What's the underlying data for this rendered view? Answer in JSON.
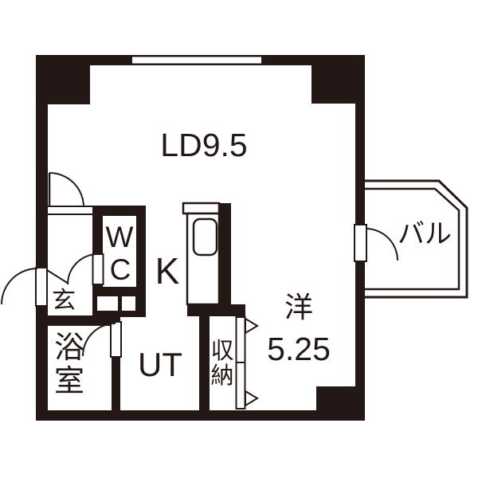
{
  "plan": {
    "colors": {
      "wall": "#231815",
      "background": "#ffffff"
    },
    "rooms": {
      "living_dining": {
        "label": "LD9.5"
      },
      "kitchen": {
        "label": "K"
      },
      "toilet": {
        "chars": [
          "W",
          "C"
        ]
      },
      "entrance": {
        "label": "玄"
      },
      "bathroom": {
        "chars": [
          "浴",
          "室"
        ]
      },
      "utility": {
        "label": "UT"
      },
      "storage": {
        "chars": [
          "収",
          "納"
        ]
      },
      "western_room": {
        "label": "洋",
        "size_label": "5.25"
      },
      "balcony": {
        "label": "バル"
      }
    }
  }
}
